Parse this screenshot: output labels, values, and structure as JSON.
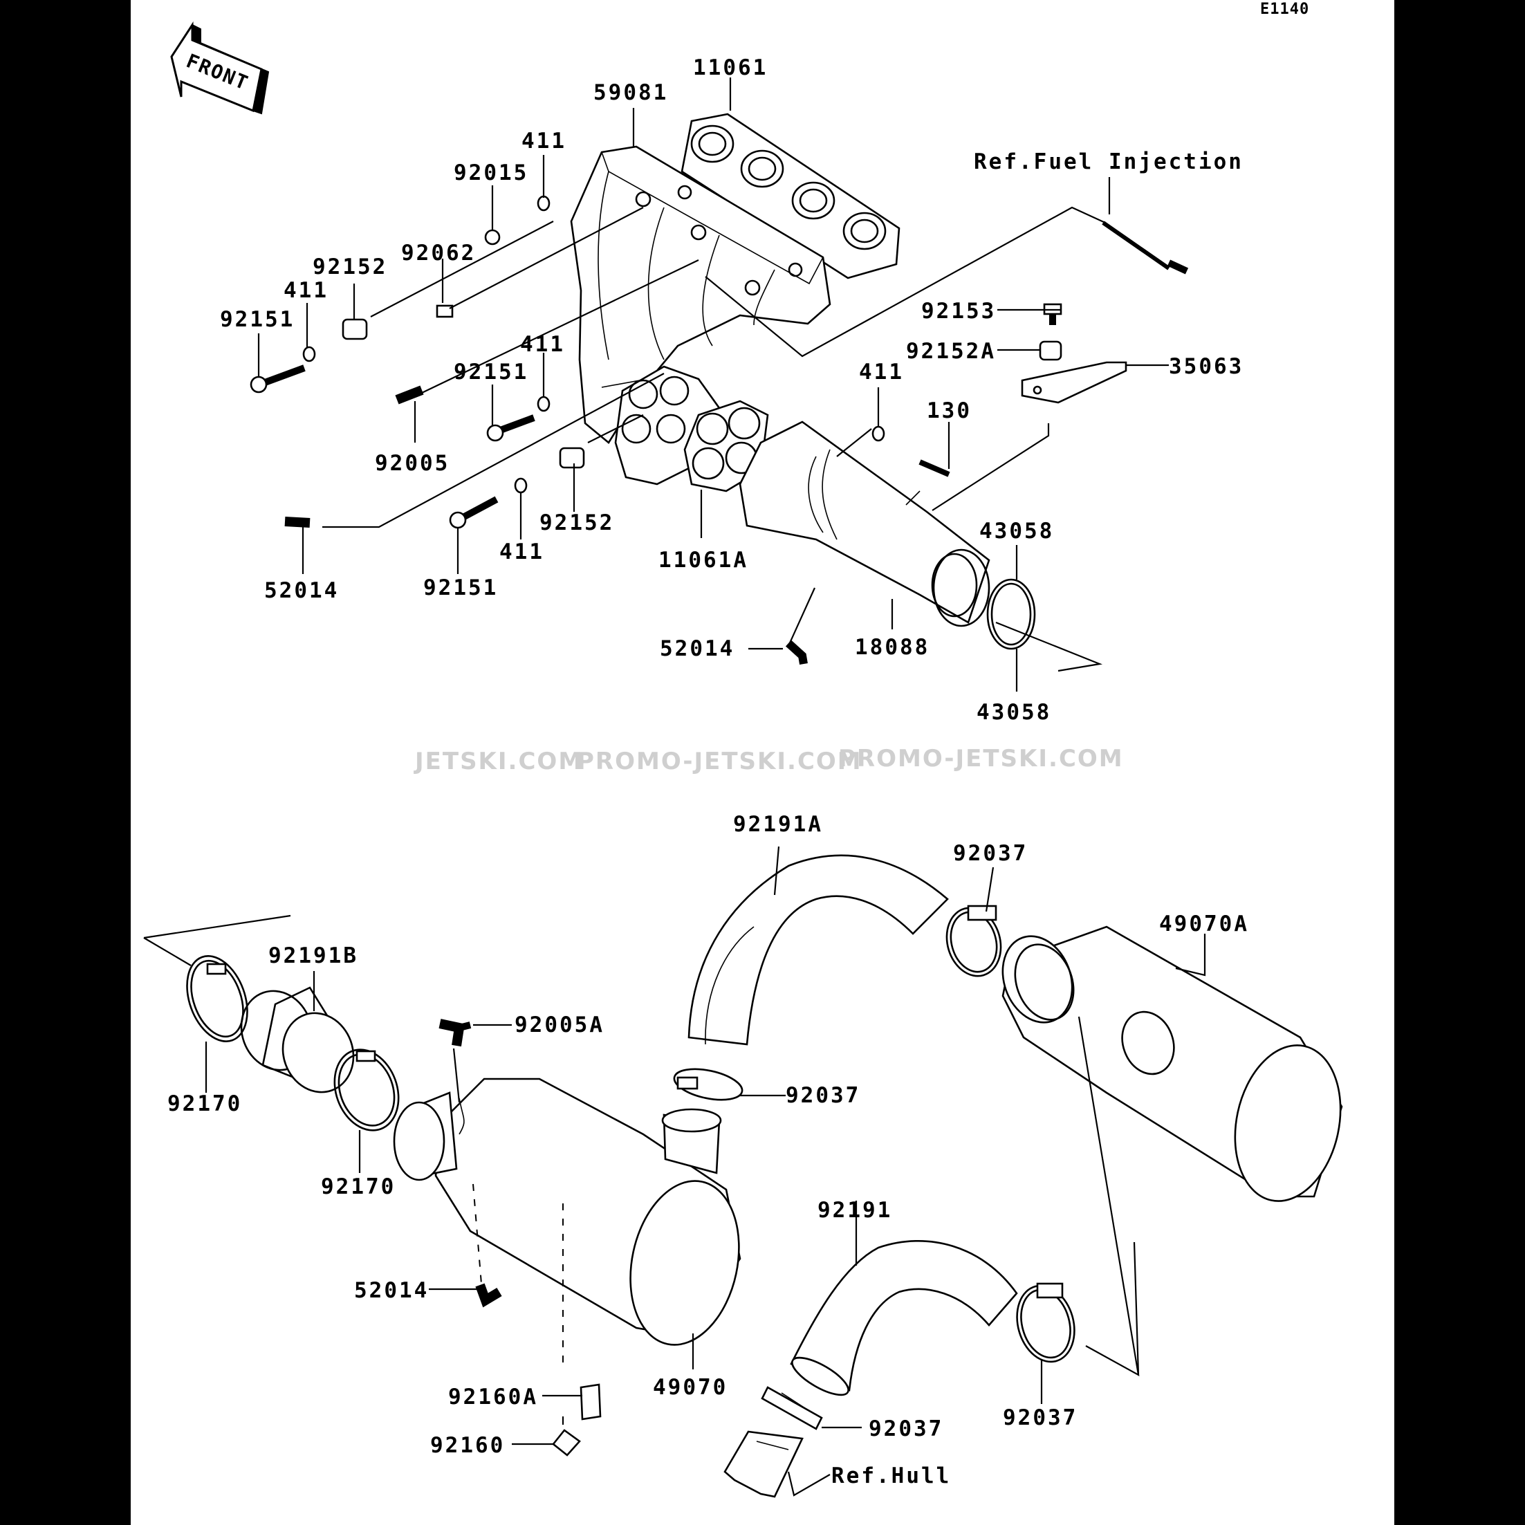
{
  "sheet_code": "E1140",
  "front_arrow_label": "FRONT",
  "watermarks": [
    "JETSKI.COM",
    "PROMO-JETSKI.COM",
    "PROMO-JETSKI.COM"
  ],
  "references": {
    "fuel_injection": "Ref.Fuel Injection",
    "hull": "Ref.Hull"
  },
  "callouts": {
    "c11061": "11061",
    "c59081": "59081",
    "c411_a": "411",
    "c92015": "92015",
    "c92152_a": "92152",
    "c92062": "92062",
    "c411_b": "411",
    "c92151_a": "92151",
    "c411_c": "411",
    "c92151_b": "92151",
    "c92005": "92005",
    "c92152_b": "92152",
    "c411_d": "411",
    "c52014_a": "52014",
    "c92151_c": "92151",
    "c11061A": "11061A",
    "c92153": "92153",
    "c92152A": "92152A",
    "c35063": "35063",
    "c411_e": "411",
    "c130": "130",
    "c43058_a": "43058",
    "c43058_b": "43058",
    "c52014_b": "52014",
    "c18088": "18088",
    "c92191A": "92191A",
    "c92037_a": "92037",
    "c49070A": "49070A",
    "c92191B": "92191B",
    "c92170_a": "92170",
    "c92005A": "92005A",
    "c92037_b": "92037",
    "c92170_b": "92170",
    "c52014_c": "52014",
    "c92191": "92191",
    "c92160A": "92160A",
    "c49070": "49070",
    "c92160": "92160",
    "c92037_c": "92037",
    "c92037_d": "92037"
  }
}
